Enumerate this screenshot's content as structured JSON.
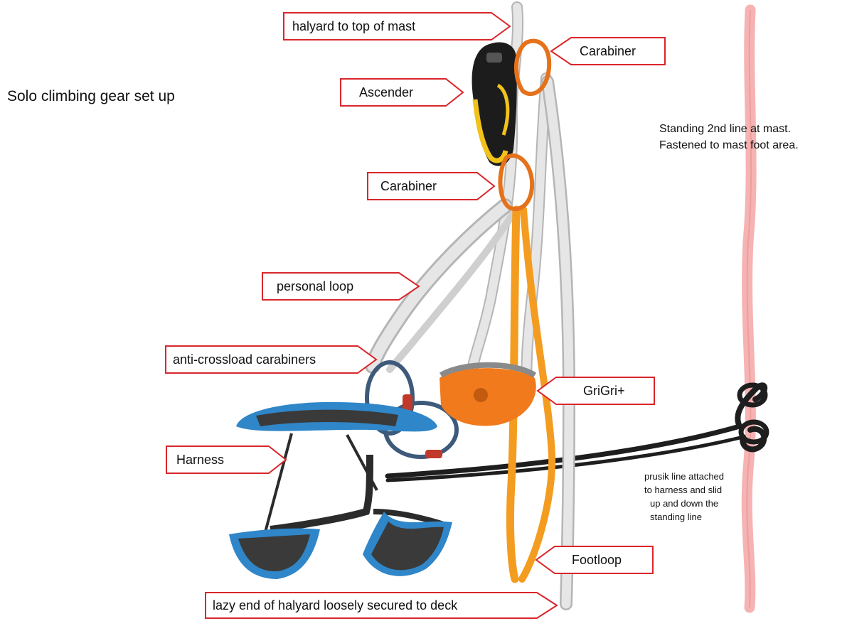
{
  "title": "Solo climbing gear set up",
  "callouts": {
    "halyard": "halyard to top of mast",
    "carabiner_top": "Carabiner",
    "ascender": "Ascender",
    "carabiner_mid": "Carabiner",
    "personal_loop": "personal loop",
    "anti_crossload": "anti-crossload carabiners",
    "grigri": "GriGri+",
    "harness": "Harness",
    "footloop": "Footloop",
    "lazy_end": "lazy end of halyard loosely secured to deck"
  },
  "notes": {
    "standing_line": [
      "Standing 2nd line at mast.",
      "Fastened to mast foot area."
    ],
    "prusik": [
      "prusik line attached",
      "to harness and slid",
      "up and down the",
      "standing line"
    ]
  },
  "colors": {
    "callout_border": "#d9262b",
    "rope_white": "#e6e6e6",
    "rope_shadow": "#b5b5b5",
    "footloop_orange": "#f39c1f",
    "standing_line_pink": "#f6b3b3",
    "grigri_orange": "#f07a1c",
    "harness_blue": "#2f86c8",
    "harness_black": "#2b2b2b",
    "ascender_black": "#1c1c1c",
    "ascender_yellow": "#f1c21a",
    "carabiner_orange": "#e5721b",
    "carabiner_blue": "#3d5a7a",
    "prusik_black": "#1e1e1e"
  }
}
